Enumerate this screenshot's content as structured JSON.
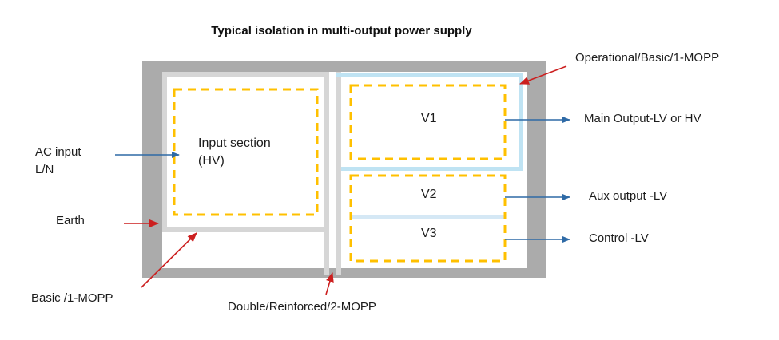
{
  "title": "Typical isolation in multi-output power supply",
  "colors": {
    "enclosure": "#ababab",
    "basic_wall": "#d6d6d6",
    "operational_wall": "#bfe3f3",
    "operational_wall_v2v3": "#d5e8f5",
    "circuit_dash": "#ffc000",
    "signal_arrow": "#2e6aa6",
    "pointer_arrow": "#cc1f1f"
  },
  "blocks": {
    "input_section": {
      "line1": "Input section",
      "line2": "(HV)"
    },
    "v1": {
      "label": "V1"
    },
    "v2": {
      "label": "V2"
    },
    "v3": {
      "label": "V3"
    }
  },
  "inputs": {
    "ac_input": {
      "line1": "AC input",
      "line2": "L/N"
    },
    "earth": {
      "label": "Earth"
    }
  },
  "outputs": {
    "main": {
      "label": "Main Output-LV or HV"
    },
    "aux": {
      "label": "Aux output -LV"
    },
    "control": {
      "label": "Control -LV"
    }
  },
  "callouts": {
    "operational": {
      "label": "Operational/Basic/1-MOPP"
    },
    "basic": {
      "label": "Basic /1-MOPP"
    },
    "double": {
      "label": "Double/Reinforced/2-MOPP"
    }
  },
  "icons": {
    "signal_arrow": "arrow-right-icon",
    "pointer_arrow": "arrow-pointer-icon"
  }
}
